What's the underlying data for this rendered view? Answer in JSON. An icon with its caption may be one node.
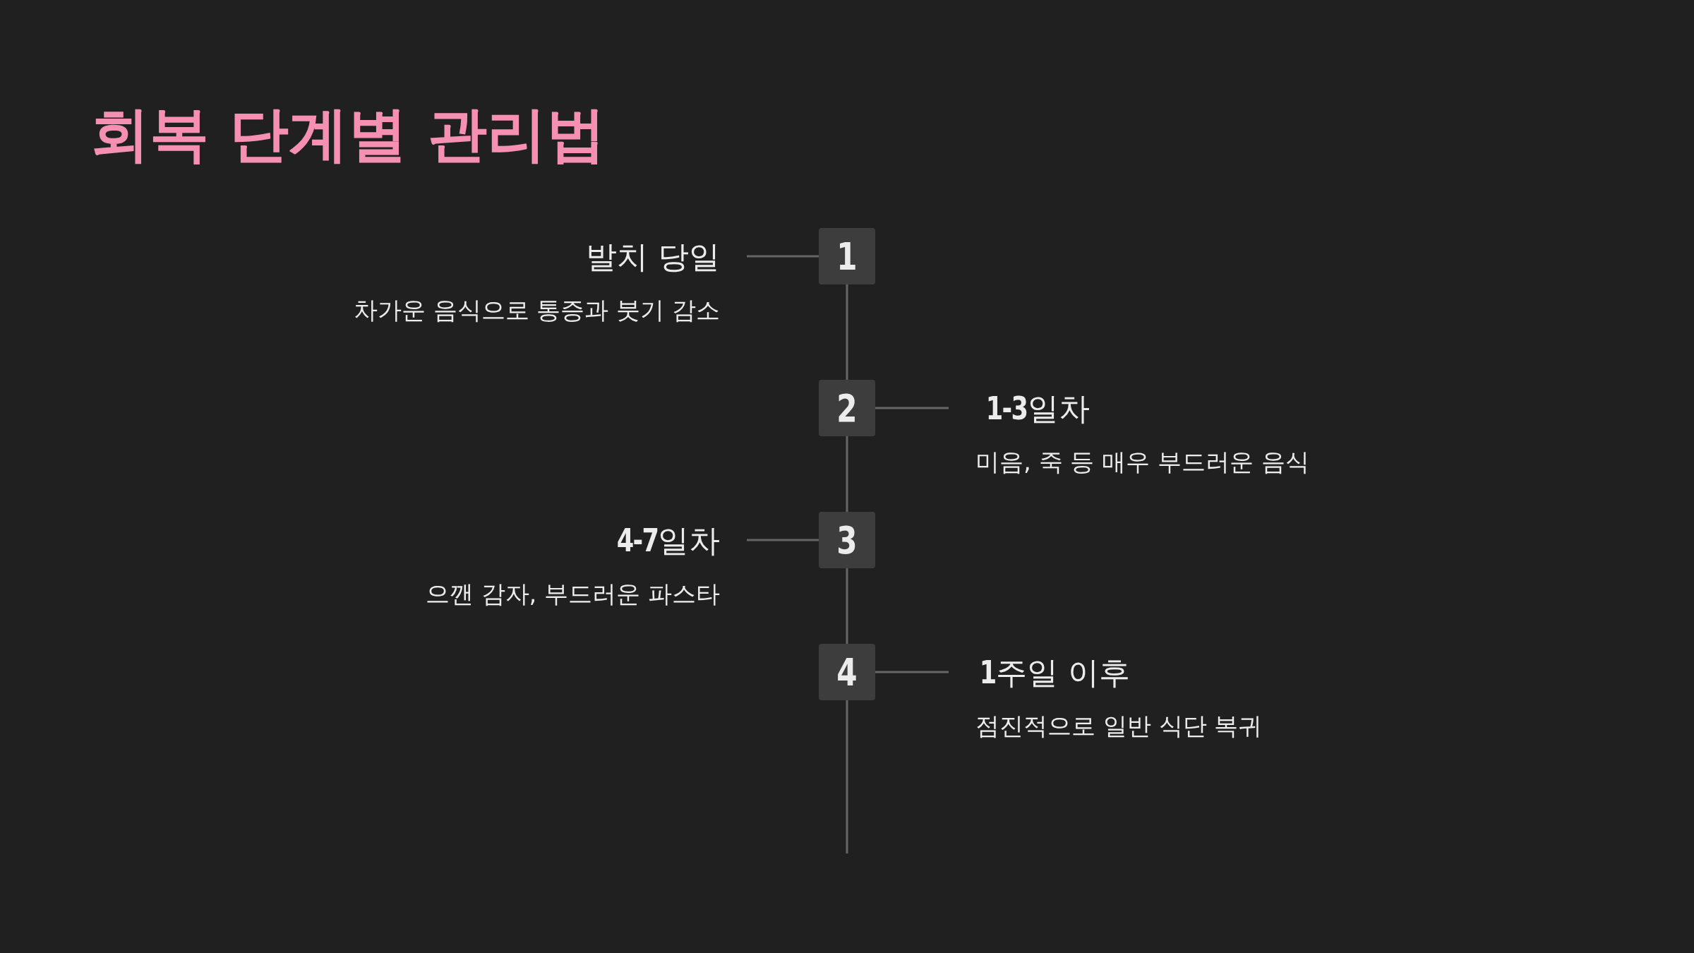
{
  "diagram": {
    "title": "회복 단계별 관리법",
    "nodes": [
      {
        "text": [
          "발치 당일",
          "차가운 음식으로 통증과 붓기 감소"
        ]
      },
      {
        "text": [
          "1"
        ]
      },
      {
        "text": [
          "2"
        ]
      },
      {
        "text": [
          "**1-3**일차",
          "미음, 죽 등 매우 부드러운 음식"
        ]
      },
      {
        "text": [
          "**4-7**일차",
          "으깬 감자, 부드러운 파스타"
        ]
      },
      {
        "text": [
          "3"
        ]
      },
      {
        "text": [
          "4"
        ]
      },
      {
        "text": [
          "**1**주일 이후",
          "점진적으로 일반 식단 복귀"
        ]
      }
    ],
    "edges": [
      {
        "from": 1,
        "to": 0,
        "arrow": "none"
      },
      {
        "from": 1,
        "to": 2,
        "arrow": "none"
      },
      {
        "from": 2,
        "to": 3,
        "arrow": "none"
      },
      {
        "from": 2,
        "to": 5,
        "arrow": "none"
      },
      {
        "from": 5,
        "to": 4,
        "arrow": "none"
      },
      {
        "from": 5,
        "to": 6,
        "arrow": "none"
      },
      {
        "from": 6,
        "to": 7,
        "arrow": "none"
      },
      {
        "from": 6,
        "to": null,
        "arrow": "none"
      }
    ]
  }
}
